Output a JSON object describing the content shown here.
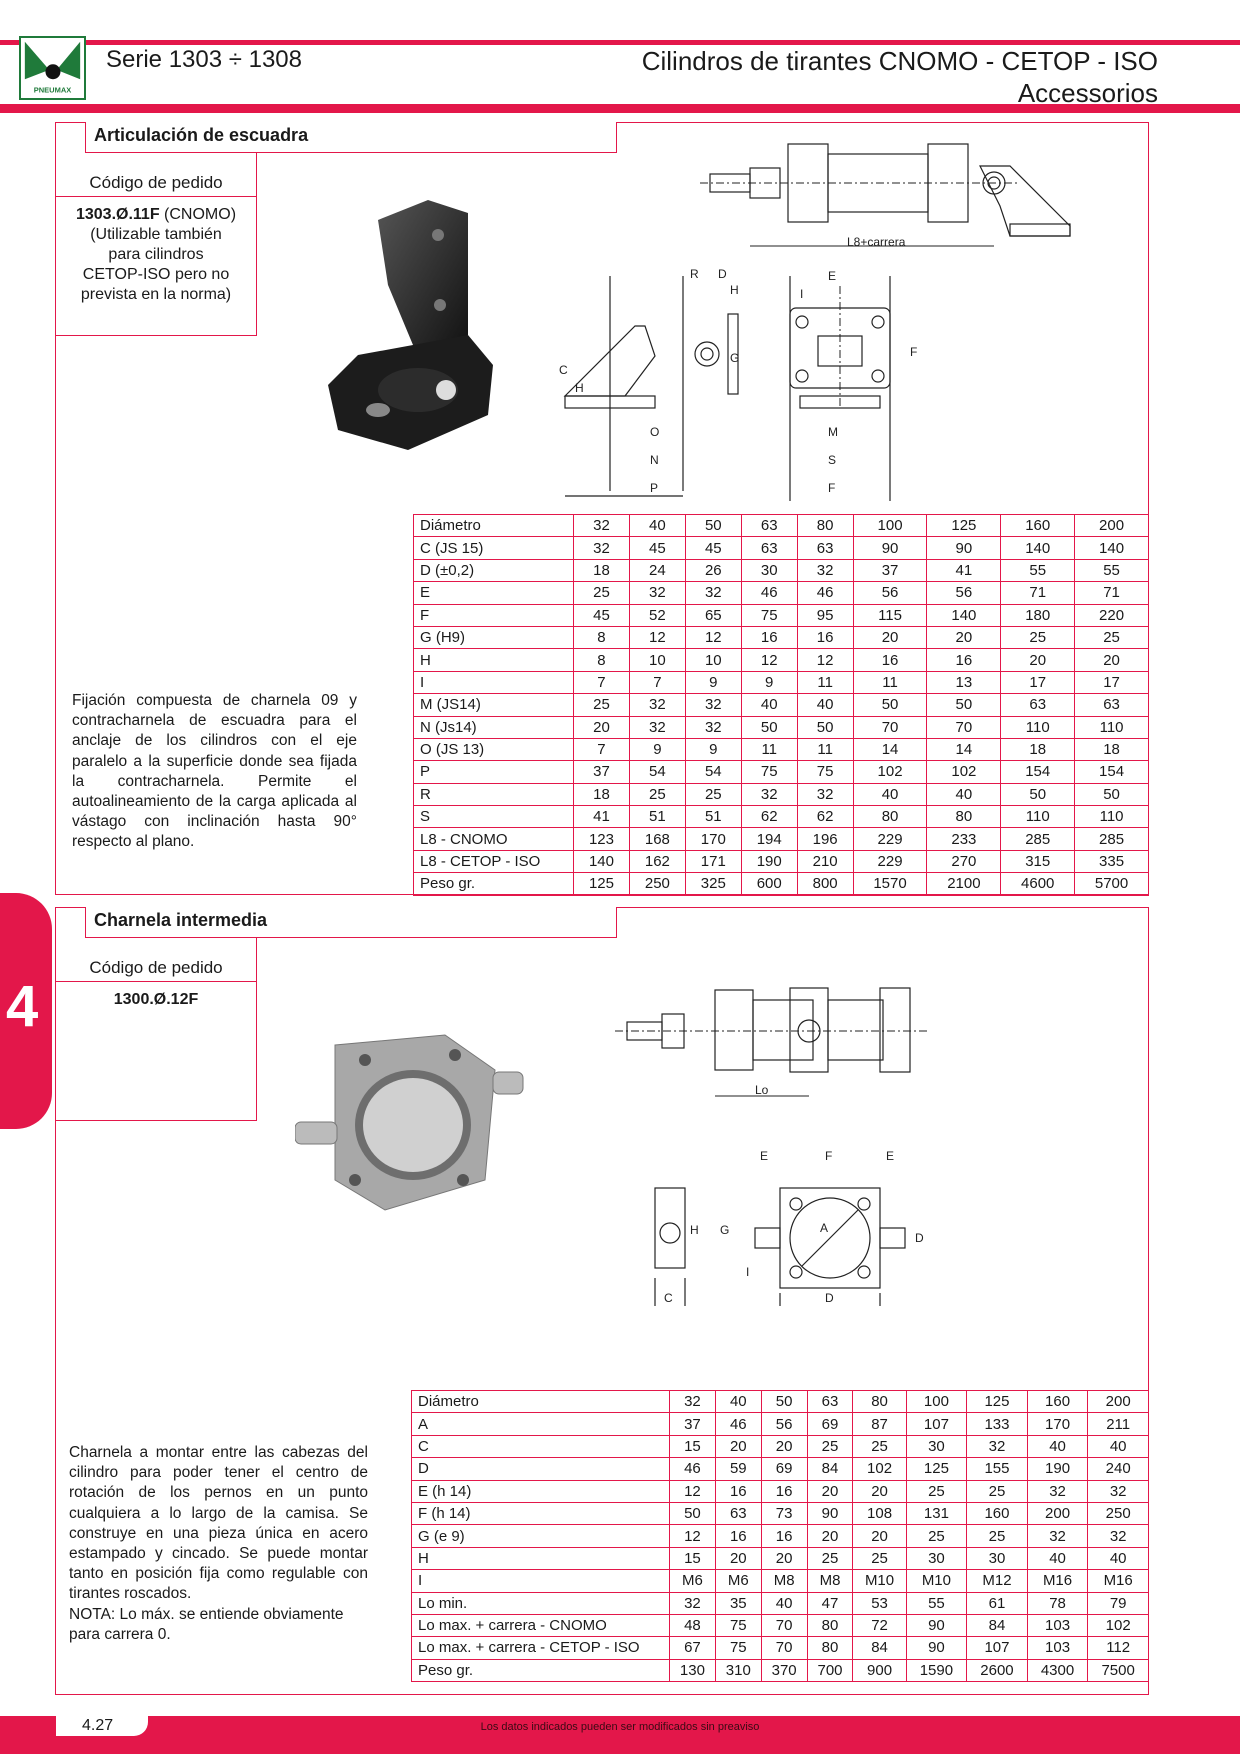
{
  "header": {
    "series": "Serie 1303 ÷ 1308",
    "title_line1": "Cilindros de tirantes CNOMO - CETOP - ISO",
    "title_line2": "Accessorios",
    "logo_text": "PNEUMAX"
  },
  "section1": {
    "title": "Articulación de escuadra",
    "order_label": "Código de pedido",
    "order_code": "1303.Ø.11F",
    "order_code_suffix": " (CNOMO)",
    "order_note": "(Utilizable también para cilindros CETOP-ISO pero no prevista en la norma)",
    "description": "Fijación compuesta de charnela 09 y contracharnela de escuadra para el anclaje de los cilindros con el eje paralelo a la superficie donde sea fijada la contracharnela. Permite el autoalineamiento de la carga aplicada al vástago con inclinación hasta 90° respecto al plano.",
    "drawing_labels": {
      "l8": "L8+carrera",
      "r": "R",
      "d": "D",
      "h": "H",
      "e": "E",
      "i": "I",
      "c": "C",
      "g": "G",
      "f": "F",
      "o": "O",
      "n": "N",
      "p": "P",
      "m": "M",
      "s": "S"
    },
    "table": [
      [
        "Diámetro",
        "32",
        "40",
        "50",
        "63",
        "80",
        "100",
        "125",
        "160",
        "200"
      ],
      [
        "C (JS 15)",
        "32",
        "45",
        "45",
        "63",
        "63",
        "90",
        "90",
        "140",
        "140"
      ],
      [
        "D (±0,2)",
        "18",
        "24",
        "26",
        "30",
        "32",
        "37",
        "41",
        "55",
        "55"
      ],
      [
        "E",
        "25",
        "32",
        "32",
        "46",
        "46",
        "56",
        "56",
        "71",
        "71"
      ],
      [
        "F",
        "45",
        "52",
        "65",
        "75",
        "95",
        "115",
        "140",
        "180",
        "220"
      ],
      [
        "G (H9)",
        "8",
        "12",
        "12",
        "16",
        "16",
        "20",
        "20",
        "25",
        "25"
      ],
      [
        "H",
        "8",
        "10",
        "10",
        "12",
        "12",
        "16",
        "16",
        "20",
        "20"
      ],
      [
        "I",
        "7",
        "7",
        "9",
        "9",
        "11",
        "11",
        "13",
        "17",
        "17"
      ],
      [
        "M (JS14)",
        "25",
        "32",
        "32",
        "40",
        "40",
        "50",
        "50",
        "63",
        "63"
      ],
      [
        "N (Js14)",
        "20",
        "32",
        "32",
        "50",
        "50",
        "70",
        "70",
        "110",
        "110"
      ],
      [
        "O (JS 13)",
        "7",
        "9",
        "9",
        "11",
        "11",
        "14",
        "14",
        "18",
        "18"
      ],
      [
        "P",
        "37",
        "54",
        "54",
        "75",
        "75",
        "102",
        "102",
        "154",
        "154"
      ],
      [
        "R",
        "18",
        "25",
        "25",
        "32",
        "32",
        "40",
        "40",
        "50",
        "50"
      ],
      [
        "S",
        "41",
        "51",
        "51",
        "62",
        "62",
        "80",
        "80",
        "110",
        "110"
      ],
      [
        "L8 - CNOMO",
        "123",
        "168",
        "170",
        "194",
        "196",
        "229",
        "233",
        "285",
        "285"
      ],
      [
        "L8 - CETOP - ISO",
        "140",
        "162",
        "171",
        "190",
        "210",
        "229",
        "270",
        "315",
        "335"
      ],
      [
        "Peso gr.",
        "125",
        "250",
        "325",
        "600",
        "800",
        "1570",
        "2100",
        "4600",
        "5700"
      ]
    ]
  },
  "side_tab": "4",
  "section2": {
    "title": "Charnela intermedia",
    "order_label": "Código de pedido",
    "order_code": "1300.Ø.12F",
    "description": "Charnela a montar entre las cabezas del cilindro para poder tener el centro de rotación de los pernos en un punto cualquiera a lo largo de la camisa. Se construye en una pieza única en acero estampado y cincado. Se puede montar tanto en posición fija como regulable con tirantes roscados.",
    "note": "NOTA: Lo máx. se entiende obviamente para carrera 0.",
    "drawing_labels": {
      "lo": "Lo",
      "e1": "E",
      "f": "F",
      "e2": "E",
      "h": "H",
      "g": "G",
      "a": "A",
      "d_side": "D",
      "i": "I",
      "c": "C",
      "d_bottom": "D"
    },
    "table": [
      [
        "Diámetro",
        "32",
        "40",
        "50",
        "63",
        "80",
        "100",
        "125",
        "160",
        "200"
      ],
      [
        "A",
        "37",
        "46",
        "56",
        "69",
        "87",
        "107",
        "133",
        "170",
        "211"
      ],
      [
        "C",
        "15",
        "20",
        "20",
        "25",
        "25",
        "30",
        "32",
        "40",
        "40"
      ],
      [
        "D",
        "46",
        "59",
        "69",
        "84",
        "102",
        "125",
        "155",
        "190",
        "240"
      ],
      [
        "E (h 14)",
        "12",
        "16",
        "16",
        "20",
        "20",
        "25",
        "25",
        "32",
        "32"
      ],
      [
        "F (h 14)",
        "50",
        "63",
        "73",
        "90",
        "108",
        "131",
        "160",
        "200",
        "250"
      ],
      [
        "G (e 9)",
        "12",
        "16",
        "16",
        "20",
        "20",
        "25",
        "25",
        "32",
        "32"
      ],
      [
        "H",
        "15",
        "20",
        "20",
        "25",
        "25",
        "30",
        "30",
        "40",
        "40"
      ],
      [
        "I",
        "M6",
        "M6",
        "M8",
        "M8",
        "M10",
        "M10",
        "M12",
        "M16",
        "M16"
      ],
      [
        "Lo min.",
        "32",
        "35",
        "40",
        "47",
        "53",
        "55",
        "61",
        "78",
        "79"
      ],
      [
        "Lo max. + carrera - CNOMO",
        "48",
        "75",
        "70",
        "80",
        "72",
        "90",
        "84",
        "103",
        "102"
      ],
      [
        "Lo max. + carrera - CETOP - ISO",
        "67",
        "75",
        "70",
        "80",
        "84",
        "90",
        "107",
        "103",
        "112"
      ],
      [
        "Peso gr.",
        "130",
        "310",
        "370",
        "700",
        "900",
        "1590",
        "2600",
        "4300",
        "7500"
      ]
    ]
  },
  "footer": {
    "page": "4.27",
    "note": "Los datos indicados pueden ser modificados sin preaviso"
  }
}
